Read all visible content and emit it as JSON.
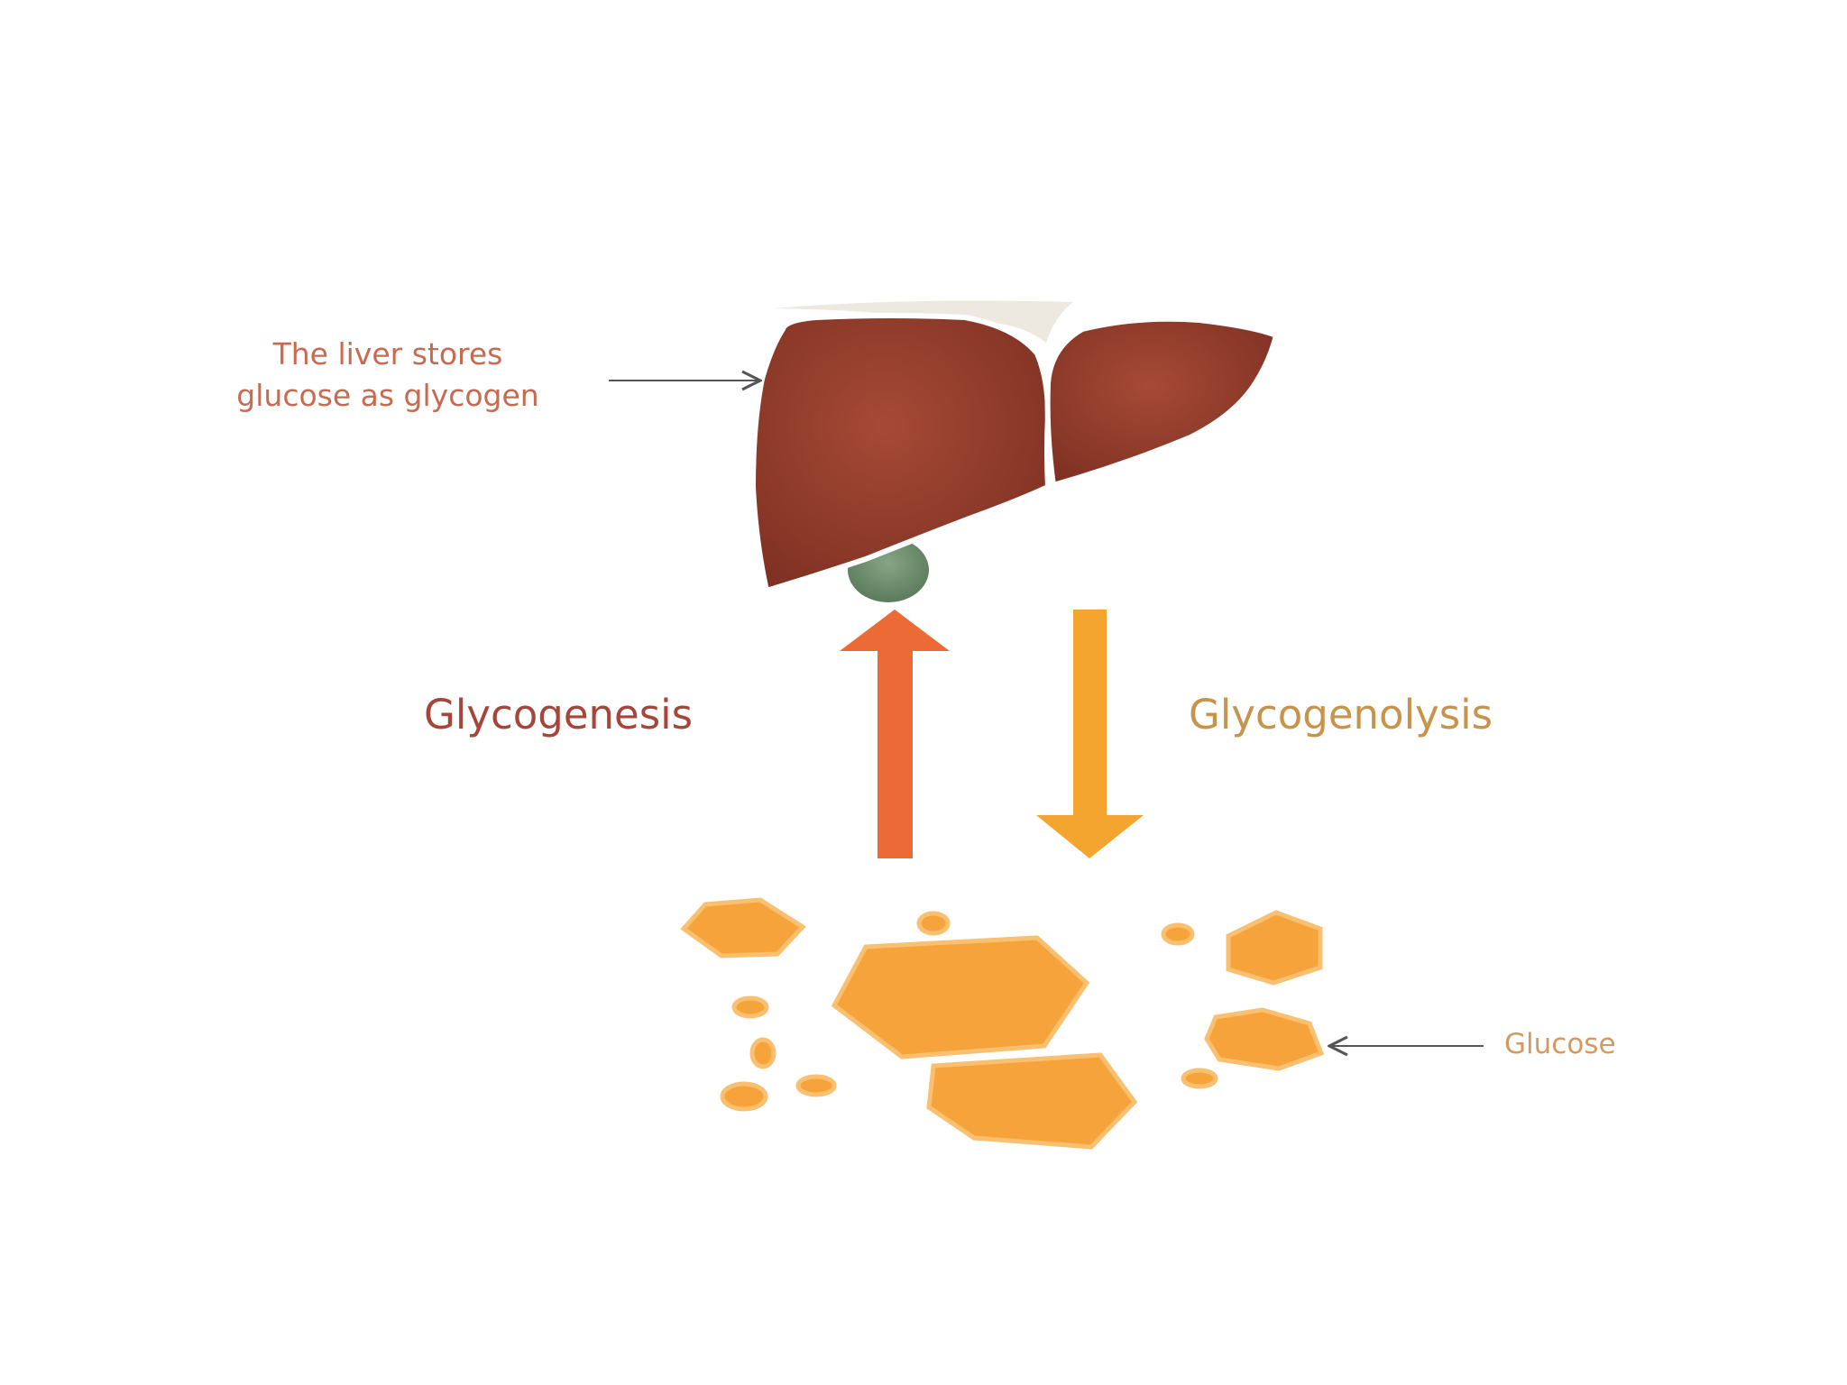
{
  "labels": {
    "liver_line1": "The liver stores",
    "liver_line2": "glucose as glycogen",
    "glycogenesis": "Glycogenesis",
    "glycogenolysis": "Glycogenolysis",
    "glucose": "Glucose"
  },
  "colors": {
    "liver": "#8e3a2a",
    "liver_outline": "#ffffff",
    "gallbladder": "#6e8e6e",
    "label_liver": "#c66b52",
    "label_glycogenesis": "#a6463a",
    "label_glycogenolysis": "#c8934a",
    "label_glucose": "#d29a62",
    "arrow_up": "#ec6a35",
    "arrow_down": "#f4a530",
    "glucose_fill": "#f6a33c",
    "glucose_edge": "#f8c070",
    "pointer": "#555555"
  }
}
